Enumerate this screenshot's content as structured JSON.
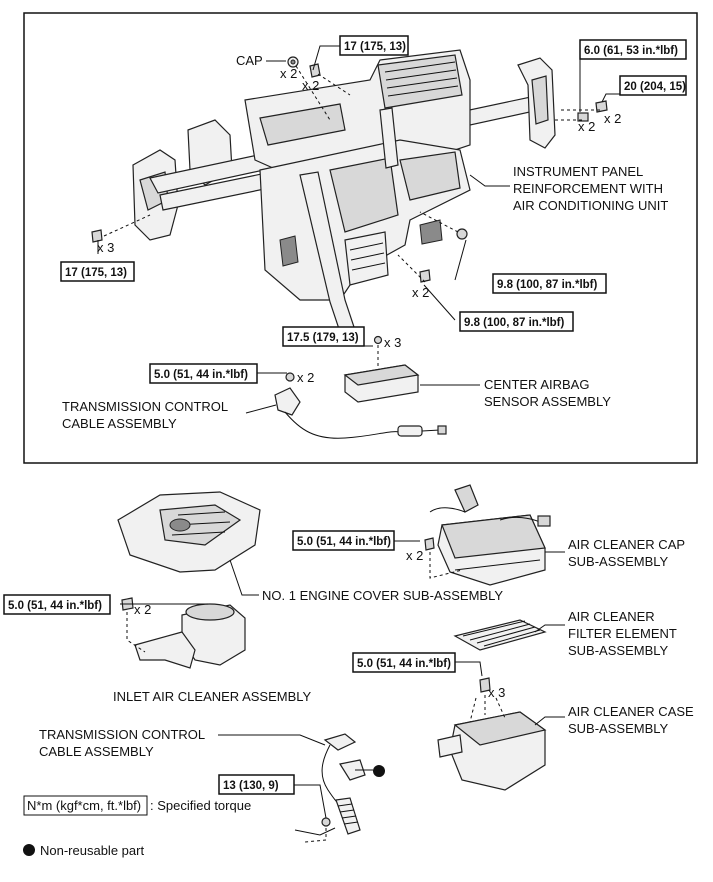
{
  "labels": {
    "cap": "CAP",
    "instrument_panel": [
      "INSTRUMENT PANEL",
      "REINFORCEMENT WITH",
      "AIR CONDITIONING UNIT"
    ],
    "center_airbag": [
      "CENTER AIRBAG",
      "SENSOR ASSEMBLY"
    ],
    "trans_cable_top": [
      "TRANSMISSION CONTROL",
      "CABLE ASSEMBLY"
    ],
    "engine_cover": "NO. 1 ENGINE COVER SUB-ASSEMBLY",
    "air_cleaner_cap": [
      "AIR CLEANER CAP",
      "SUB-ASSEMBLY"
    ],
    "filter_element": [
      "AIR CLEANER",
      "FILTER ELEMENT",
      "SUB-ASSEMBLY"
    ],
    "air_cleaner_case": [
      "AIR CLEANER CASE",
      "SUB-ASSEMBLY"
    ],
    "inlet_air_cleaner": "INLET AIR CLEANER ASSEMBLY",
    "trans_cable_bottom": [
      "TRANSMISSION CONTROL",
      "CABLE ASSEMBLY"
    ]
  },
  "torques": {
    "t17_top": "17 (175, 13)",
    "t6_0": "6.0 (61, 53 in.*lbf)",
    "t20": "20 (204, 15)",
    "t17_left": "17 (175, 13)",
    "t9_8_a": "9.8 (100, 87 in.*lbf)",
    "t9_8_b": "9.8 (100, 87 in.*lbf)",
    "t17_5": "17.5 (179, 13)",
    "t5_0_a": "5.0 (51, 44 in.*lbf)",
    "t5_0_b": "5.0 (51, 44 in.*lbf)",
    "t5_0_c": "5.0 (51, 44 in.*lbf)",
    "t5_0_d": "5.0 (51, 44 in.*lbf)",
    "t13": "13 (130, 9)"
  },
  "qty": {
    "cap_x2": "x 2",
    "bolt17_x2": "x 2",
    "nut6_x2": "x 2",
    "bolt20_x2": "x 2",
    "left17_x3": "x 3",
    "bolt98_x2": "x 2",
    "airbag_x3": "x 3",
    "cable_x2": "x 2",
    "cap_sub_x2": "x 2",
    "inlet_x2": "x 2",
    "case_x3": "x 3"
  },
  "legend": {
    "spec_box": "N*m (kgf*cm, ft.*lbf)",
    "spec_text": ": Specified torque",
    "nonreusable": "Non-reusable part"
  }
}
